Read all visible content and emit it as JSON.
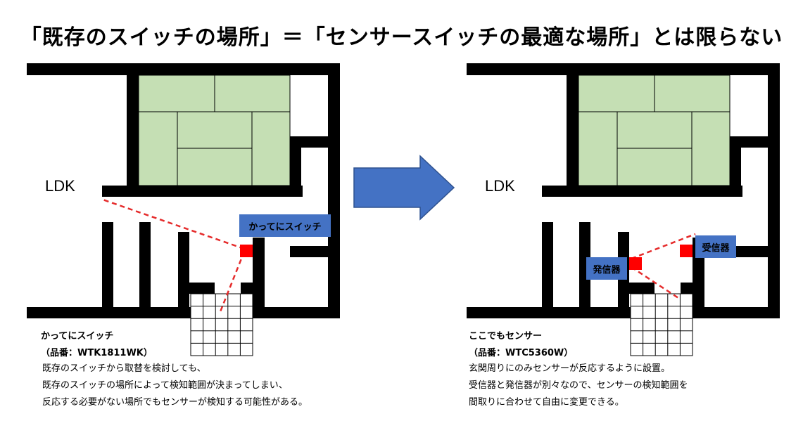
{
  "title": "「既存のスイッチの場所」＝「センサースイッチの最適な場所」とは限らない",
  "colors": {
    "wall": "#000000",
    "tatami": "#c5dfb4",
    "callout": "#4472c4",
    "sensor": "#ff0000",
    "detect_line": "#e52b2b",
    "arrow": "#4472c4"
  },
  "left": {
    "room_label": "LDK",
    "callout": "かってにスイッチ",
    "product_name": "かってにスイッチ",
    "product_code": "（品番：WTK1811WK）",
    "description": [
      "既存のスイッチから取替を検討しても、",
      "既存のスイッチの場所によって検知範囲が決まってしまい、",
      "反応する必要がない場所でもセンサーが検知する可能性がある。"
    ]
  },
  "right": {
    "room_label": "LDK",
    "callout_receiver": "受信器",
    "callout_transmitter": "発信器",
    "product_name": "ここでもセンサー",
    "product_code": "（品番：WTC5360W）",
    "description": [
      "玄関周りにのみセンサーが反応するように設置。",
      "受信器と発信器が別々なので、センサーの検知範囲を",
      "間取りに合わせて自由に変更できる。"
    ]
  }
}
